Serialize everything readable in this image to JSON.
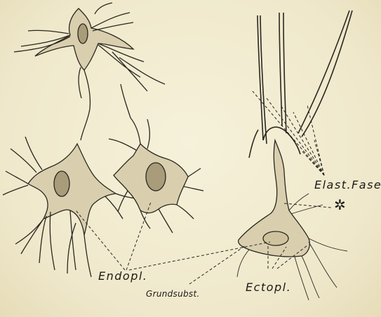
{
  "labels": {
    "elastic_fibers": "Elast.Fasern",
    "endoplasm": "Endopl.",
    "ground_substance": "Grundsubst.",
    "ectoplasm": "Ectopl.",
    "marker": "✲"
  },
  "colors": {
    "background": "#f2ecd2",
    "ink": "#1c1a16",
    "cell_fill": "#ddd3b4"
  }
}
